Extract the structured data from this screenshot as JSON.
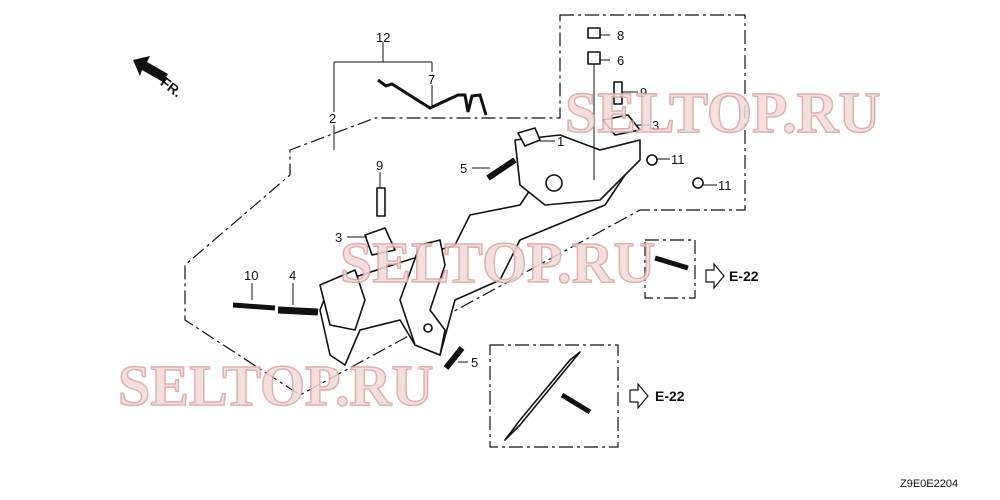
{
  "diagram": {
    "direction_label": "FR.",
    "callouts": [
      {
        "id": "c12",
        "text": "12"
      },
      {
        "id": "c7",
        "text": "7"
      },
      {
        "id": "c2",
        "text": "2"
      },
      {
        "id": "c8",
        "text": "8"
      },
      {
        "id": "c6",
        "text": "6"
      },
      {
        "id": "c9a",
        "text": "9"
      },
      {
        "id": "c3a",
        "text": "3"
      },
      {
        "id": "c1",
        "text": "1"
      },
      {
        "id": "c5a",
        "text": "5"
      },
      {
        "id": "c11a",
        "text": "11"
      },
      {
        "id": "c11b",
        "text": "11"
      },
      {
        "id": "c9b",
        "text": "9"
      },
      {
        "id": "c3b",
        "text": "3"
      },
      {
        "id": "c10",
        "text": "10"
      },
      {
        "id": "c4",
        "text": "4"
      },
      {
        "id": "c5b",
        "text": "5"
      }
    ],
    "references": [
      {
        "text": "E-22"
      },
      {
        "text": "E-22"
      }
    ],
    "diagram_code": "Z9E0E2204",
    "watermarks": [
      "SELTOP.RU",
      "SELTOP.RU",
      "SELTOP.RU"
    ]
  }
}
